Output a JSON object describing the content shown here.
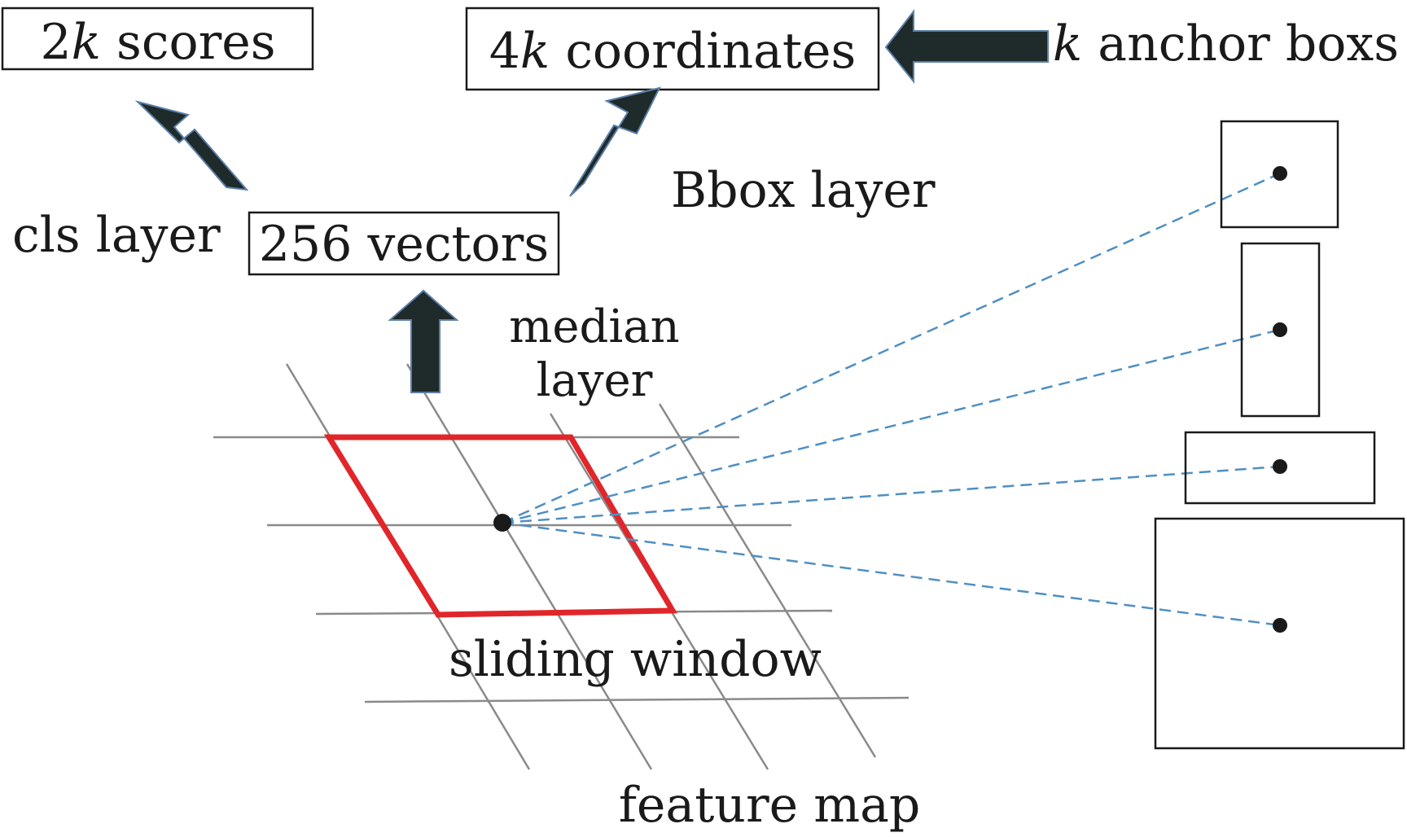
{
  "boxes": {
    "scores": {
      "num": "2",
      "var": "k",
      "text": " scores"
    },
    "coords": {
      "num": "4",
      "var": "k",
      "text": " coordinates"
    },
    "vectors": "256 vectors"
  },
  "labels": {
    "anchor_var": "k",
    "anchor_text": " anchor boxs",
    "bbox_layer": "Bbox layer",
    "cls_layer": "cls layer",
    "median_1": "median",
    "median_2": "layer",
    "sliding_window": "sliding window",
    "feature_map": "feature map"
  },
  "colors": {
    "arrow": "#1f2a2a",
    "arrow_edge": "#5a7fa8",
    "window": "#e0262a",
    "dash": "#4f8fc2",
    "grid": "#8a8a8a",
    "box": "#1a1a1a"
  }
}
